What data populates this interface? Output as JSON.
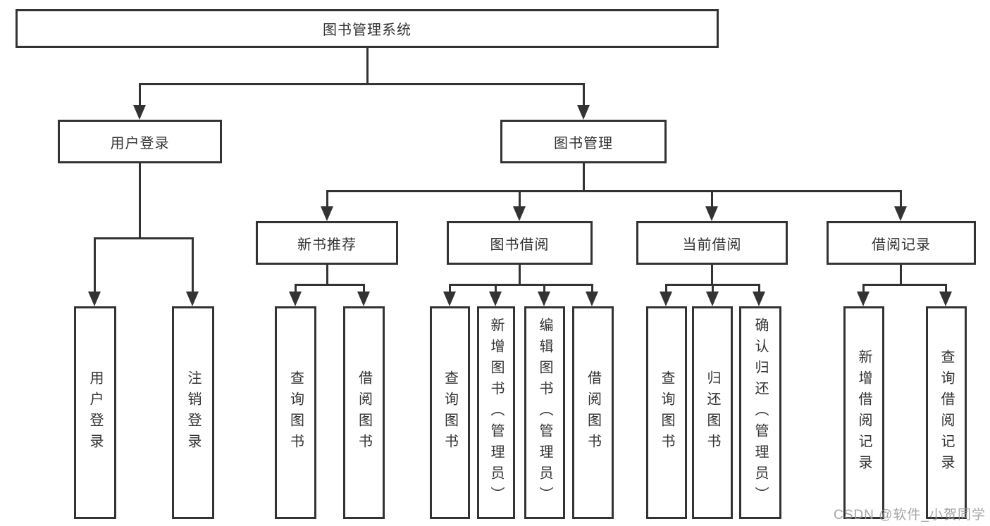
{
  "diagram_title": "图书管理系统",
  "tree": {
    "label": "图书管理系统",
    "children": [
      {
        "label": "用户登录",
        "children": [
          {
            "label": "用户登录"
          },
          {
            "label": "注销登录"
          }
        ]
      },
      {
        "label": "图书管理",
        "children": [
          {
            "label": "新书推荐",
            "children": [
              {
                "label": "查询图书"
              },
              {
                "label": "借阅图书"
              }
            ]
          },
          {
            "label": "图书借阅",
            "children": [
              {
                "label": "查询图书"
              },
              {
                "label": "新增图书（管理员）"
              },
              {
                "label": "编辑图书（管理员）"
              },
              {
                "label": "借阅图书"
              }
            ]
          },
          {
            "label": "当前借阅",
            "children": [
              {
                "label": "查询图书"
              },
              {
                "label": "归还图书"
              },
              {
                "label": "确认归还（管理员）"
              }
            ]
          },
          {
            "label": "借阅记录",
            "children": [
              {
                "label": "新增借阅记录"
              },
              {
                "label": "查询借阅记录"
              }
            ]
          }
        ]
      }
    ]
  },
  "watermark": {
    "text": "CSDN @软件_小贺同学"
  },
  "colors": {
    "line": "#333333",
    "text": "#333333",
    "background": "#ffffff",
    "watermark": "#9c9c9c"
  }
}
